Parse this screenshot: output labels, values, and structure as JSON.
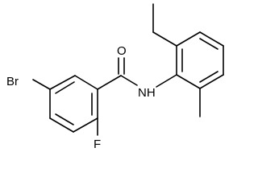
{
  "molecule": {
    "atoms": {
      "oxygen": "O",
      "nitrogen_hydrogen": "NH",
      "bromine": "Br",
      "fluorine": "F"
    },
    "colors": {
      "bond": "#000000",
      "label": "#000000",
      "background": "#ffffff"
    }
  }
}
